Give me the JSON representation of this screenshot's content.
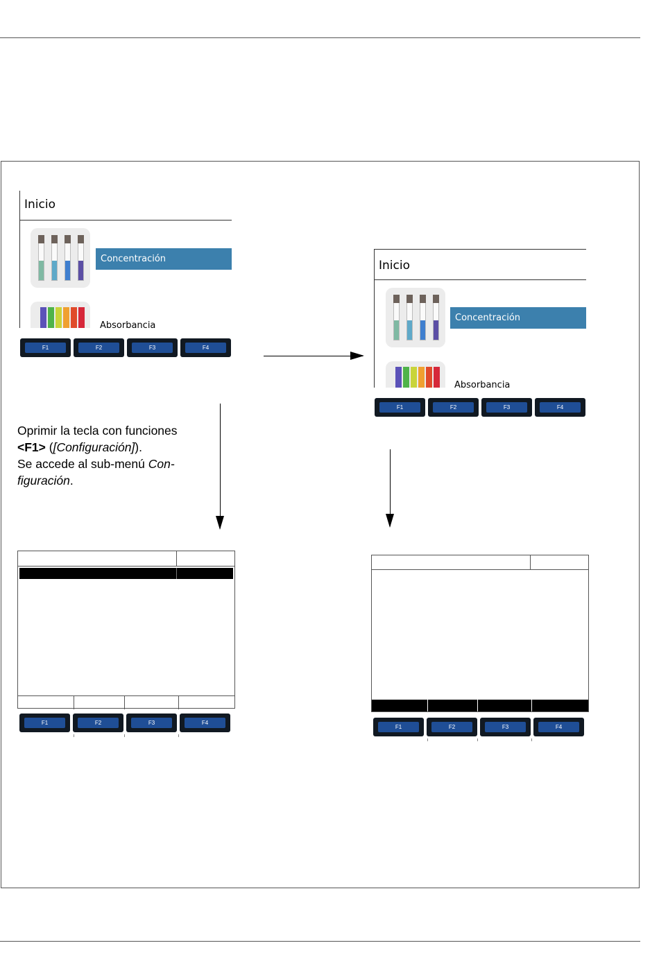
{
  "screen_common": {
    "title": "Inicio",
    "selected_item": "Concentración",
    "next_item": "Absorbancia"
  },
  "fkeys": [
    "F1",
    "F2",
    "F3",
    "F4"
  ],
  "instruction": {
    "line1": "Oprimir la tecla con funciones",
    "key": "<F1>",
    "key_paren_open": " (",
    "key_function": "[Configuración]",
    "key_paren_close": ").",
    "line3_prefix": "Se accede al sub-menú ",
    "line3_italic": "Con-",
    "line4_italic": "figuración",
    "line4_suffix": "."
  },
  "colors": {
    "highlight": "#3c80ad",
    "fkey_body": "#111922",
    "fkey_face": "#1f4e96",
    "tube_liquids": [
      "#7fb9a3",
      "#5fa9c9",
      "#3f7fcf",
      "#5c4fa5"
    ],
    "spectrum": [
      "#5b52b8",
      "#4fb34a",
      "#c9d43a",
      "#f0a030",
      "#e04a2a",
      "#d6283a"
    ]
  }
}
